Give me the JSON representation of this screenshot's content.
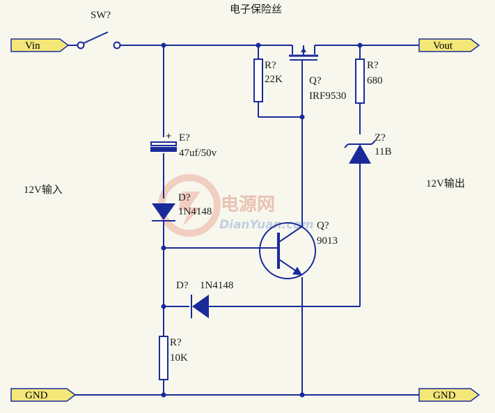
{
  "title": "电子保险丝",
  "ports": {
    "vin": "Vin",
    "vout": "Vout",
    "gnd_left": "GND",
    "gnd_right": "GND"
  },
  "notes": {
    "input": "12V输入",
    "output": "12V输出"
  },
  "components": {
    "switch": {
      "ref": "SW?"
    },
    "r_22k": {
      "ref": "R?",
      "value": "22K"
    },
    "mosfet": {
      "ref": "Q?",
      "value": "IRF9530"
    },
    "r_680": {
      "ref": "R?",
      "value": "680"
    },
    "cap": {
      "ref": "E?",
      "value": "47uf/50v",
      "polarity": "+"
    },
    "zener": {
      "ref": "Z?",
      "value": "11B"
    },
    "diode_1": {
      "ref": "D?",
      "value": "1N4148"
    },
    "transistor": {
      "ref": "Q?",
      "value": "9013"
    },
    "diode_2": {
      "ref": "D?",
      "value": "1N4148"
    },
    "r_10k": {
      "ref": "R?",
      "value": "10K"
    }
  },
  "watermark": {
    "cn": "电源网",
    "en": "DianYuan.com"
  },
  "colors": {
    "wire": "#1a2a9a",
    "port_fill": "#f4e77a",
    "background": "#f7f7ee"
  }
}
